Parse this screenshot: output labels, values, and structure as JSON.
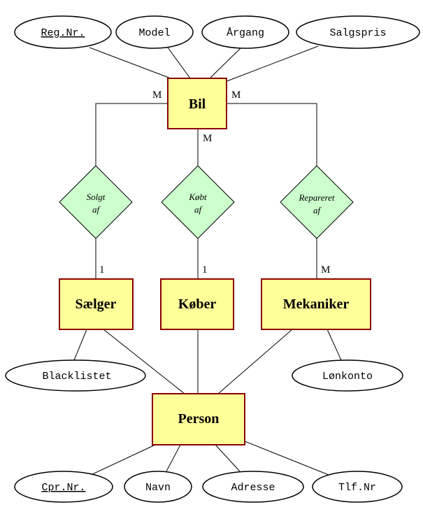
{
  "colors": {
    "entity_fill": "#ffff99",
    "entity_border": "#8b0000",
    "relationship_fill": "#ccffcc",
    "attribute_fill": "#ffffff"
  },
  "entities": {
    "bil": "Bil",
    "saelger": "Sælger",
    "koeber": "Køber",
    "mekaniker": "Mekaniker",
    "person": "Person"
  },
  "relationships": {
    "solgt": [
      "Solgt",
      "af"
    ],
    "koebt": [
      "Købt",
      "af"
    ],
    "repareret": [
      "Repareret",
      "af"
    ]
  },
  "attributes": {
    "reg_nr": "Reg.Nr.",
    "model": "Model",
    "aargang": "Årgang",
    "salgspris": "Salgspris",
    "blacklistet": "Blacklistet",
    "loenkonto": "Lønkonto",
    "cpr_nr": "Cpr.Nr.",
    "navn": "Navn",
    "adresse": "Adresse",
    "tlf_nr": "Tlf.Nr"
  },
  "cardinalities": {
    "bil_solgt": "M",
    "bil_repareret": "M",
    "bil_koebt": "M",
    "solgt_saelger": "1",
    "koebt_koeber": "1",
    "repareret_mekaniker": "M"
  }
}
